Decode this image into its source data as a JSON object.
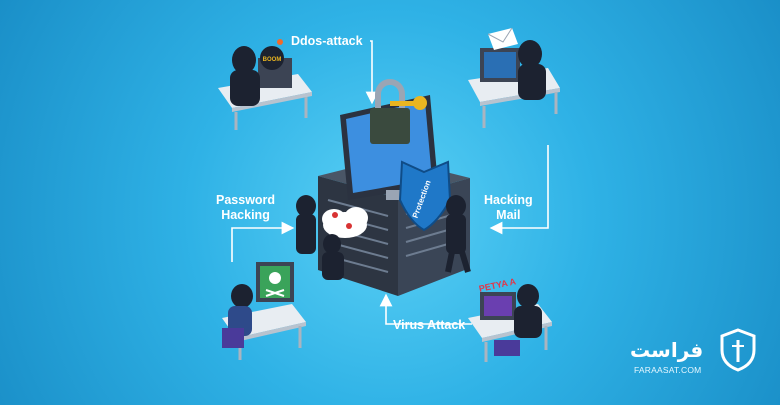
{
  "labels": {
    "ddos": "Ddos-attack",
    "password_line1": "Password",
    "password_line2": "Hacking",
    "mail_line1": "Hacking",
    "mail_line2": "Mail",
    "virus": "Virus Attack"
  },
  "server_shield_text": "Protection",
  "bomb_text": "BOOM",
  "petya_text": "PETYA A",
  "brand": {
    "name": "فراست",
    "domain": "FARAASAT.COM"
  },
  "colors": {
    "background": "#2fb2e6",
    "label_text": "#ffffff",
    "shield": "#1f78c8",
    "hacker": "#1c2230"
  }
}
